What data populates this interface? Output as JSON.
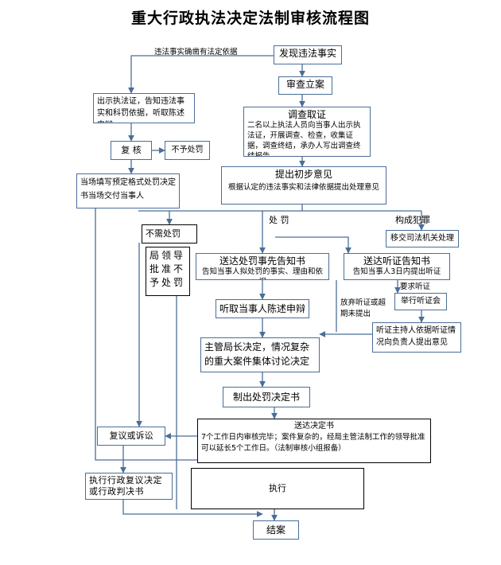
{
  "title": "重大行政执法决定法制审核流程图",
  "nodes": {
    "discover": "发现违法事实",
    "register": "审查立案",
    "investigate_title": "调查取证",
    "investigate_desc": "二名以上执法人员向当事人出示执法证，开展调查、检查，收集证据，调查终结，承办人写出调查终结报告",
    "show_cert": "出示执法证，告知违法事实和科罚依据，听取陈述申辩",
    "recheck": "复 核",
    "no_penalty_1": "不予处罚",
    "on_site": "当场填写预定格式处罚决定书当场交付当事人",
    "prelim_title": "提出初步意见",
    "prelim_desc": "根据认定的违法事实和法律依据提出处理意见",
    "crime": "构成犯罪",
    "transfer": "移交司法机关处理",
    "no_need": "不需处罚",
    "leader": "局领导批准不予处罚",
    "prior_notice_title": "送达处罚事先告知书",
    "prior_notice_desc": "告知当事人拟处罚的事实、理由和依据",
    "hearing_notice_title": "送达听证告知书",
    "hearing_notice_desc": "告知当事人3日内提出听证",
    "hold_hearing": "举行听证会",
    "hearing_report": "听证主持人依据听证情况向负责人提出意见",
    "listen": "听取当事人陈述申辩",
    "director": "主管局长决定，情况复杂的重大案件集体讨论决定",
    "make_decision": "制出处罚决定书",
    "deliver_title": "送达决定书",
    "deliver_desc": "7个工作日内审核完毕；案件复杂的，经局主管法制工作的领导批准可以延长5个工作日。（法制审核小组报备）",
    "review": "复议或诉讼",
    "execute_review": "执行行政复议决定或行政判决书",
    "execute": "执行",
    "close": "结案"
  },
  "labels": {
    "facts_clear": "违法事实确凿有法定依据",
    "penalty": "处  罚",
    "request_hearing": "要求听证",
    "waive_hearing": "放弃听证或超期未提出"
  }
}
